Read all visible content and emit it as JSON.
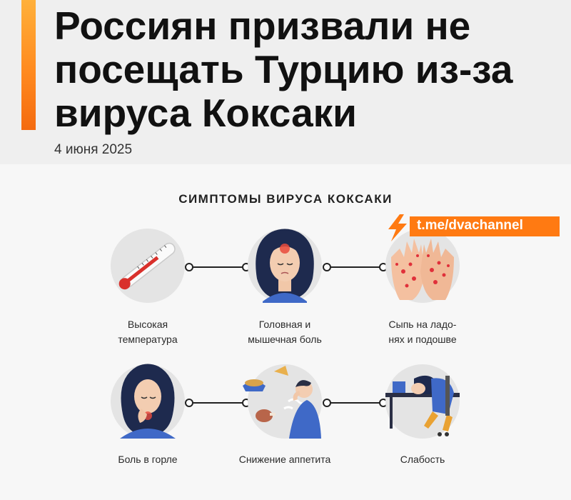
{
  "header": {
    "headline": "Россиян призвали не посещать Турцию из-за вируса Коксаки",
    "date": "4 июня 2025"
  },
  "infographic": {
    "title": "СИМПТОМЫ ВИРУСА КОКСАКИ",
    "channel_badge": "t.me/dvachannel",
    "symptoms": [
      {
        "line1": "Высокая",
        "line2": "температура",
        "icon": "thermometer-icon"
      },
      {
        "line1": "Головная и",
        "line2": "мышечная боль",
        "icon": "headache-woman-icon"
      },
      {
        "line1": "Сыпь на ладо-",
        "line2": "нях и подошве",
        "icon": "rash-palms-icon"
      },
      {
        "line1": "Боль в горле",
        "line2": "",
        "icon": "sore-throat-woman-icon"
      },
      {
        "line1": "Снижение аппетита",
        "line2": "",
        "icon": "appetite-loss-man-icon"
      },
      {
        "line1": "Слабость",
        "line2": "",
        "icon": "weakness-desk-icon"
      }
    ]
  },
  "colors": {
    "accent": "#ff8a1f",
    "badge": "#ff7a12",
    "circle": "#e4e4e4",
    "connector": "#222222",
    "fever_red": "#d9302b"
  }
}
